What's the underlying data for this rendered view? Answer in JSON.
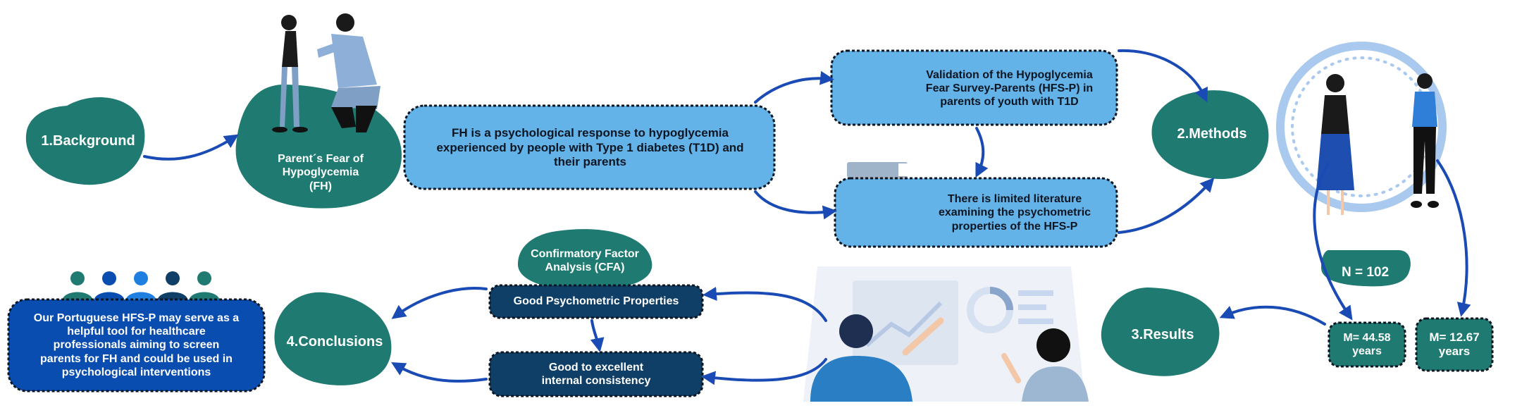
{
  "background": {
    "number": "1.",
    "title": "Background"
  },
  "fear": {
    "label": "Parent´s Fear of\nHypoglycemia\n(FH)"
  },
  "definition": {
    "text": "FH is a psychological response to hypoglycemia\nexperienced by people with Type 1 diabetes (T1D) and\ntheir parents"
  },
  "aim": {
    "text": "Validation of the Hypoglycemia\nFear Survey-Parents (HFS-P) in\nparents of youth with T1D"
  },
  "gap": {
    "text": "There is limited literature\nexamining the psychometric\nproperties of the HFS-P"
  },
  "methods": {
    "number": "2.",
    "title": "Methods"
  },
  "sample": {
    "n": "N = 102",
    "parents_age": "M= 44.58\nyears",
    "youth_age": "M= 12.67\nyears"
  },
  "results": {
    "number": "3.",
    "title": "Results"
  },
  "cfa": {
    "label": "Confirmatory Factor\nAnalysis (CFA)"
  },
  "findings": {
    "psychometric": "Good Psychometric Properties",
    "consistency": "Good to excellent\ninternal consistency"
  },
  "conclusions": {
    "number": "4.",
    "title": "Conclusions",
    "text": "Our Portuguese HFS-P may serve as a\nhelpful tool for healthcare\nprofessionals aiming to screen\nparents for FH and could be used in\npsychological interventions"
  },
  "colors": {
    "teal": "#1f7a72",
    "light_blue": "#63b3e8",
    "navy": "#0f3f66",
    "royal": "#0a4db0",
    "arrow": "#1a4bb5"
  }
}
